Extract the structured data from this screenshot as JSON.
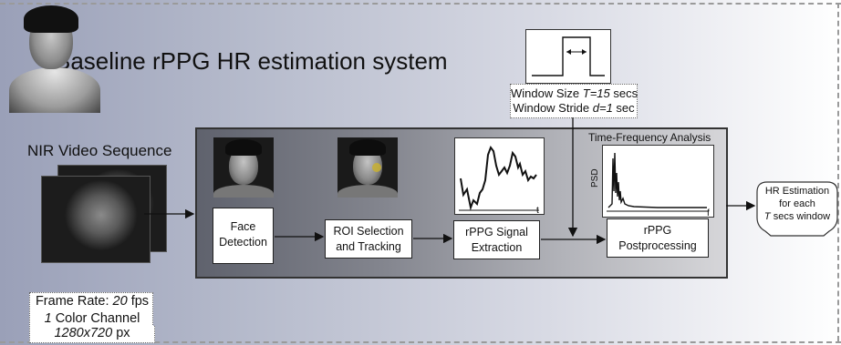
{
  "title": "Baseline rPPG HR estimation system",
  "input": {
    "label": "NIR Video Sequence",
    "frame_rate_prefix": "Frame Rate: ",
    "frame_rate_value": "20",
    "frame_rate_unit": " fps",
    "channel_value": "1",
    "channel_text": " Color Channel",
    "resolution_value": "1280x720",
    "resolution_unit": " px"
  },
  "window": {
    "size_prefix": "Window Size ",
    "size_value": "T=15",
    "size_unit": " secs",
    "stride_prefix": "Window Stride ",
    "stride_value": "d=1",
    "stride_unit": " sec"
  },
  "pipeline": {
    "face_detection": [
      "Face",
      "Detection"
    ],
    "roi": [
      "ROI Selection",
      "and Tracking"
    ],
    "extraction": [
      "rPPG Signal",
      "Extraction"
    ],
    "postprocessing": [
      "rPPG",
      "Postprocessing"
    ],
    "tfa_label": "Time-Frequency Analysis",
    "signal_axis": "t",
    "psd_axis_x": "f",
    "psd_axis_y": "PSD"
  },
  "output": {
    "lines": [
      "HR Estimation",
      "for each"
    ],
    "last_italic": "T",
    "last_rest": " secs window"
  }
}
